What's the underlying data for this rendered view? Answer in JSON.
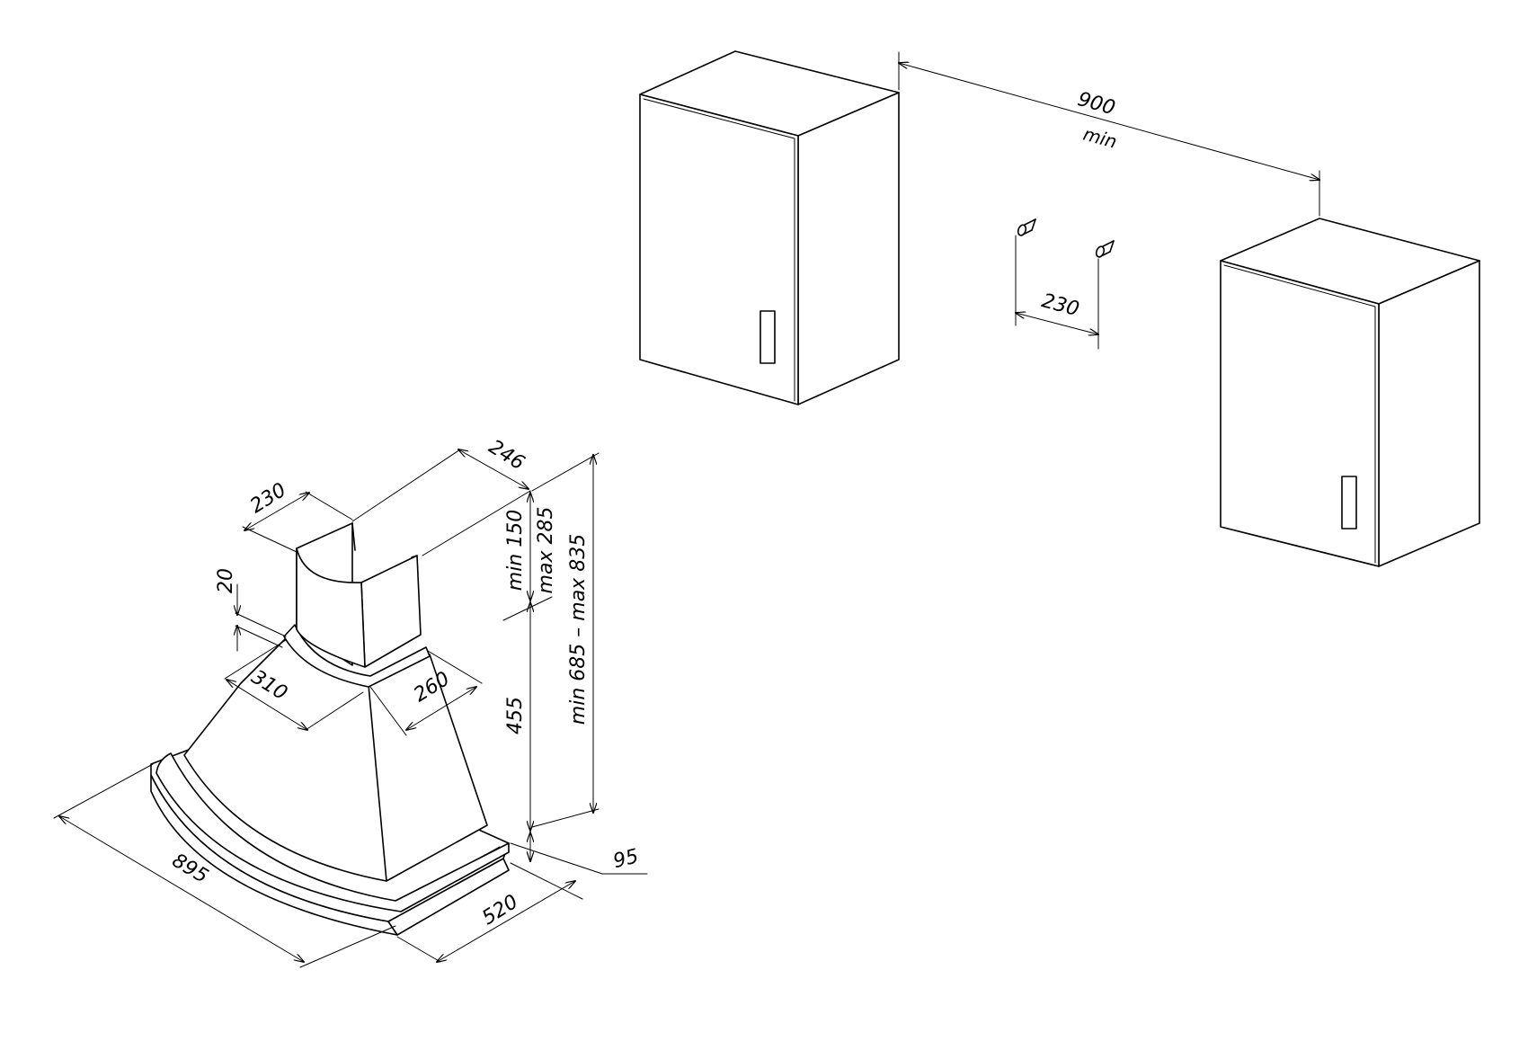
{
  "dimensions": {
    "cabinet_gap": "900",
    "cabinet_gap_note": "min",
    "bolt_spacing": "230",
    "chimney_depth": "246",
    "chimney_width": "230",
    "collar_height": "20",
    "chimney_range_min": "min 150",
    "chimney_range_max": "max 285",
    "total_range": "min 685 – max 835",
    "body_height": "455",
    "collar_width": "310",
    "collar_depth": "260",
    "base_height": "95",
    "hood_width": "895",
    "hood_depth": "520"
  },
  "colors": {
    "line": "#000000",
    "background": "#ffffff"
  }
}
